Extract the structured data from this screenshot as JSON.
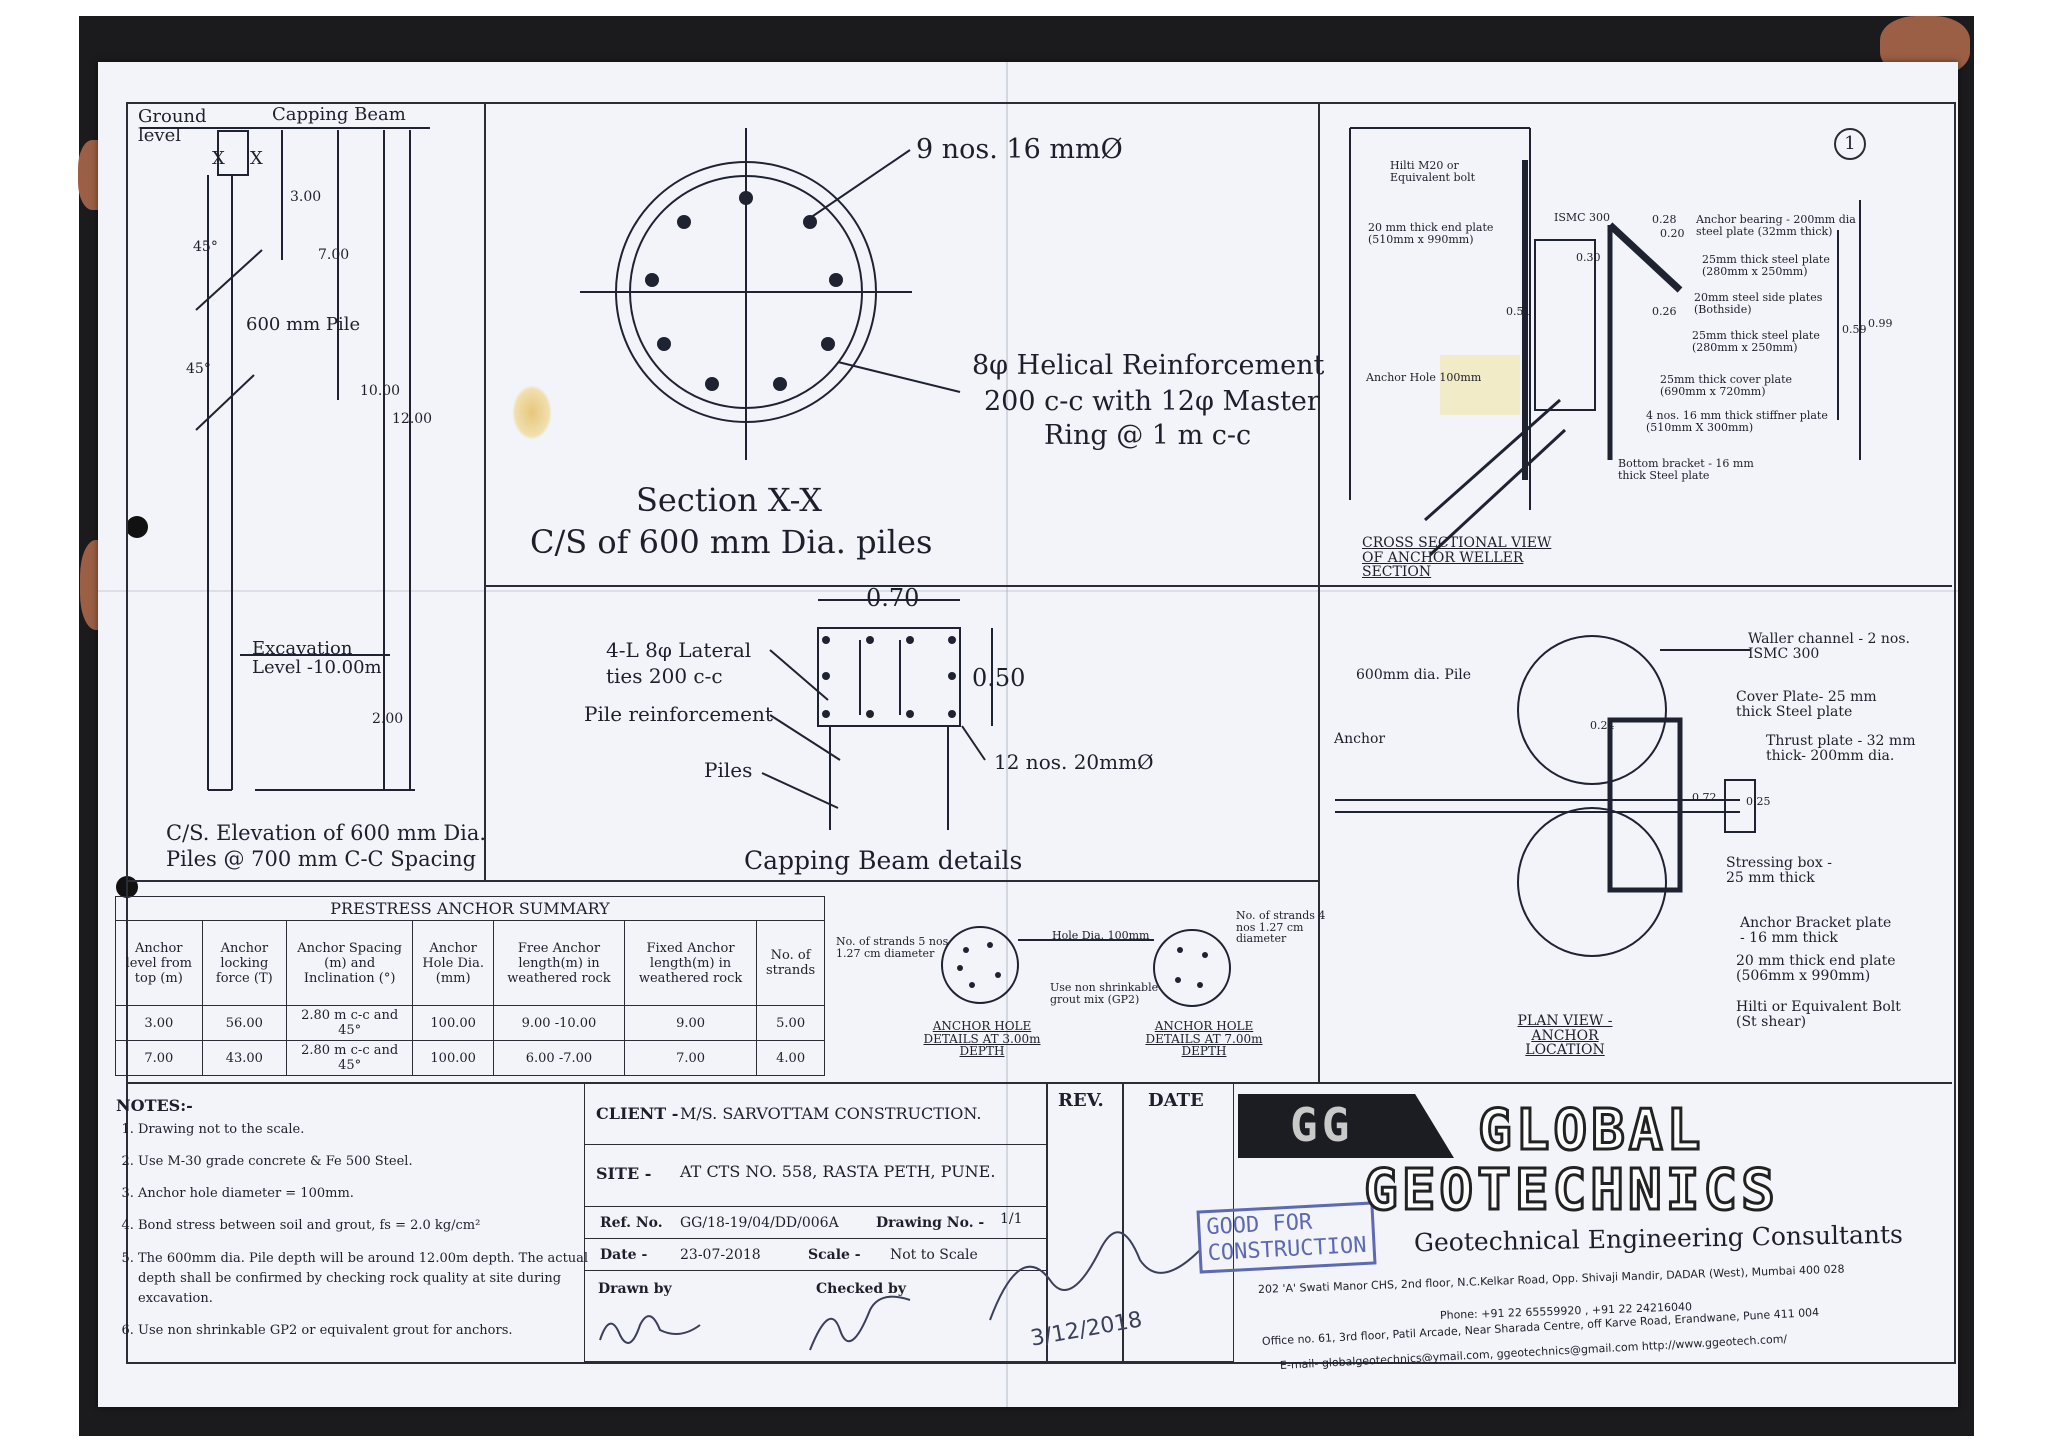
{
  "sheet_number": "1",
  "elevation": {
    "ground_level": "Ground level",
    "capping_beam": "Capping Beam",
    "section_mark": "X",
    "dims": [
      "3.00",
      "7.00",
      "10.00",
      "12.00",
      "2.00"
    ],
    "angle": "45°",
    "pile_label": "600 mm Pile",
    "excavation_level": "Excavation Level -10.00m",
    "caption_line1": "C/S. Elevation of 600 mm Dia.",
    "caption_line2": "Piles @ 700 mm C-C Spacing"
  },
  "section": {
    "bars_label": "9 nos. 16 mmØ",
    "helical_line1": "8φ  Helical Reinforcement",
    "helical_line2": "200 c-c with 12φ Master",
    "helical_line3": "Ring @ 1 m c-c",
    "title_line1": "Section X-X",
    "title_line2": "C/S of 600 mm Dia. piles"
  },
  "capping": {
    "width": "0.70",
    "depth": "0.50",
    "lateral_line1": "4-L 8φ  Lateral",
    "lateral_line2": "ties  200 c-c",
    "pile_reinf": "Pile reinforcement",
    "piles": "Piles",
    "bars": "12 nos. 20mmØ",
    "title": "Capping Beam details"
  },
  "waler_section": {
    "hilti": "Hilti M20 or Equivalent bolt",
    "end_plate": "20 mm thick end plate (510mm x 990mm)",
    "ismc": "ISMC 300",
    "anchor_bearing": "Anchor bearing - 200mm dia steel plate (32mm thick)",
    "steel_plate_25": "25mm thick steel plate (280mm x 250mm)",
    "side_plates": "20mm steel side plates (Bothside)",
    "steel_plate_25b": "25mm thick steel plate (280mm x 250mm)",
    "anchor_hole": "Anchor Hole 100mm",
    "cover_plate": "25mm thick cover plate (690mm x 720mm)",
    "stiffner": "4 nos. 16 mm thick stiffner plate (510mm X 300mm)",
    "bottom_bracket": "Bottom bracket - 16 mm thick Steel plate",
    "dim_a": "0.28",
    "dim_b": "0.20",
    "dim_c": "0.30",
    "dim_d": "0.51",
    "dim_e": "0.26",
    "dim_f": "0.59",
    "dim_g": "0.99",
    "title": "CROSS SECTIONAL VIEW OF ANCHOR WELLER SECTION"
  },
  "plan_view": {
    "pile": "600mm dia. Pile",
    "anchor": "Anchor",
    "waler": "Waller channel - 2 nos. ISMC 300",
    "cover_plate": "Cover Plate- 25 mm thick Steel plate",
    "thrust_plate": "Thrust plate - 32 mm thick- 200mm dia.",
    "stressing_box": "Stressing box - 25 mm thick",
    "bracket_plate": "Anchor Bracket plate - 16 mm thick",
    "end_plate": "20 mm thick end plate (506mm x 990mm)",
    "hilti": "Hilti or Equivalent Bolt (St shear)",
    "dim_a": "0.24",
    "dim_b": "0.72",
    "dim_c": "0.25",
    "title": "PLAN VIEW - ANCHOR LOCATION"
  },
  "anchor_summary": {
    "title": "PRESTRESS ANCHOR SUMMARY",
    "headers": [
      "Anchor level from top (m)",
      "Anchor locking force (T)",
      "Anchor Spacing (m) and Inclination (°)",
      "Anchor Hole Dia.(mm)",
      "Free Anchor length(m) in weathered rock",
      "Fixed Anchor length(m) in weathered rock",
      "No. of strands"
    ],
    "rows": [
      [
        "3.00",
        "56.00",
        "2.80 m c-c and 45°",
        "100.00",
        "9.00 -10.00",
        "9.00",
        "5.00"
      ],
      [
        "7.00",
        "43.00",
        "2.80 m c-c and 45°",
        "100.00",
        "6.00 -7.00",
        "7.00",
        "4.00"
      ]
    ]
  },
  "hole_details": {
    "strands_5": "No. of strands 5 nos 1.27 cm diameter",
    "hole_dia": "Hole Dia. 100mm",
    "grout": "Use non shrinkable grout mix (GP2)",
    "strands_4": "No. of strands 4 nos 1.27 cm diameter",
    "title_3m": "ANCHOR HOLE DETAILS AT 3.00m DEPTH",
    "title_7m": "ANCHOR HOLE DETAILS AT 7.00m DEPTH"
  },
  "notes": {
    "heading": "NOTES:-",
    "items": [
      "Drawing not to the scale.",
      "Use M-30 grade concrete & Fe 500 Steel.",
      "Anchor hole diameter = 100mm.",
      "Bond stress between soil and grout, fs = 2.0 kg/cm²",
      "The 600mm dia. Pile depth will be around 12.00m depth. The actual depth shall be confirmed by checking rock quality at site during excavation.",
      "Use non shrinkable GP2 or equivalent grout for anchors."
    ]
  },
  "title_block": {
    "client_label": "CLIENT -",
    "client": "M/S. SARVOTTAM CONSTRUCTION.",
    "site_label": "SITE -",
    "site": "AT CTS NO. 558, RASTA PETH, PUNE.",
    "ref_label": "Ref. No.",
    "ref": "GG/18-19/04/DD/006A",
    "drawing_label": "Drawing No. -",
    "drawing": "1/1",
    "date_label": "Date -",
    "date": "23-07-2018",
    "scale_label": "Scale -",
    "scale": "Not to Scale",
    "drawn_by": "Drawn by",
    "checked_by": "Checked by",
    "rev": "REV.",
    "date_col": "DATE",
    "stamp_line1": "GOOD FOR",
    "stamp_line2": "CONSTRUCTION",
    "sign_date": "3/12/2018"
  },
  "company": {
    "logo_mark": "GG",
    "name_line1": "GLOBAL",
    "name_line2": "GEOTECHNICS",
    "tagline": "Geotechnical Engineering Consultants",
    "address1": "202 'A' Swati Manor CHS, 2nd floor, N.C.Kelkar Road, Opp. Shivaji Mandir, DADAR (West), Mumbai 400 028",
    "phone": "Phone: +91 22 65559920 , +91 22 24216040",
    "address2": "Office no. 61, 3rd floor, Patil Arcade, Near Sharada Centre, off Karve Road, Erandwane, Pune 411 004",
    "email": "E-mail- globalgeotechnics@ymail.com, ggeotechnics@gmail.com  http://www.ggeotech.com/"
  }
}
